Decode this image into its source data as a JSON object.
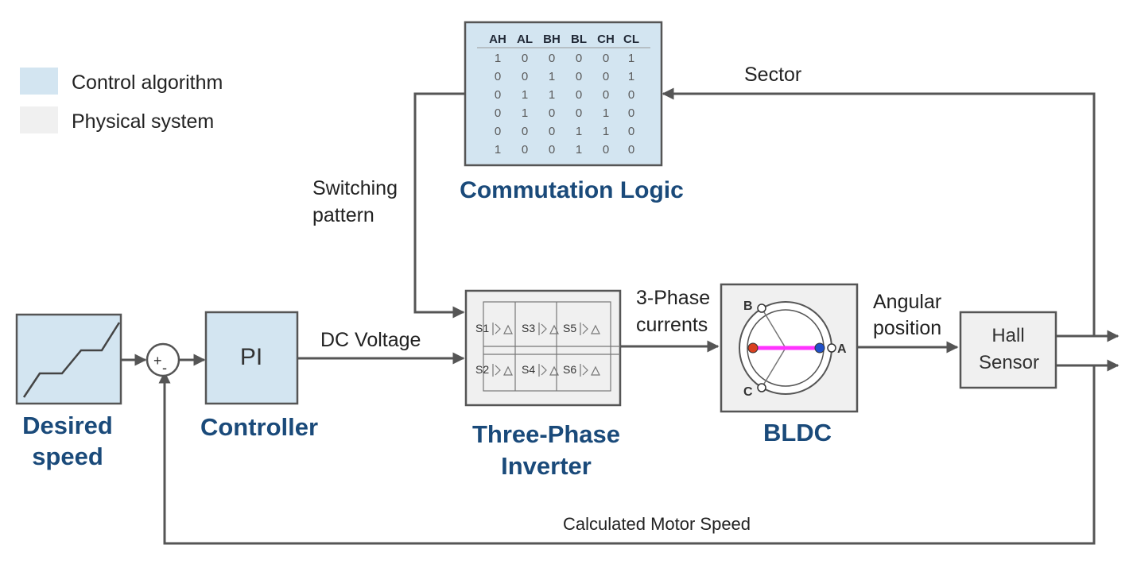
{
  "legend": {
    "items": [
      {
        "label": "Control algorithm",
        "color": "#d3e5f1"
      },
      {
        "label": "Physical system",
        "color": "#f0f0f0"
      }
    ]
  },
  "colors": {
    "control_fill": "#d3e5f1",
    "physical_fill": "#f0f0f0",
    "title_color": "#1a4a7a",
    "wire_color": "#555555",
    "rotor_line": "#ff33ff",
    "rotor_left_dot": "#d94020",
    "rotor_right_dot": "#2050c8"
  },
  "blocks": {
    "desired_speed": {
      "title_line1": "Desired",
      "title_line2": "speed"
    },
    "sum": {
      "plus": "+",
      "minus": "-"
    },
    "controller": {
      "text": "PI",
      "title": "Controller"
    },
    "inverter": {
      "title_line1": "Three-Phase",
      "title_line2": "Inverter",
      "switches": [
        "S1",
        "S3",
        "S5",
        "S2",
        "S4",
        "S6"
      ]
    },
    "commutation": {
      "title": "Commutation Logic",
      "headers": [
        "AH",
        "AL",
        "BH",
        "BL",
        "CH",
        "CL"
      ],
      "rows": [
        [
          "1",
          "0",
          "0",
          "0",
          "0",
          "1"
        ],
        [
          "0",
          "0",
          "1",
          "0",
          "0",
          "1"
        ],
        [
          "0",
          "1",
          "1",
          "0",
          "0",
          "0"
        ],
        [
          "0",
          "1",
          "0",
          "0",
          "1",
          "0"
        ],
        [
          "0",
          "0",
          "0",
          "1",
          "1",
          "0"
        ],
        [
          "1",
          "0",
          "0",
          "1",
          "0",
          "0"
        ]
      ]
    },
    "bldc": {
      "title": "BLDC",
      "phase_a": "A",
      "phase_b": "B",
      "phase_c": "C"
    },
    "hall": {
      "line1": "Hall",
      "line2": "Sensor"
    }
  },
  "signals": {
    "dc_voltage": "DC Voltage",
    "switching_line1": "Switching",
    "switching_line2": "pattern",
    "three_phase_line1": "3-Phase",
    "three_phase_line2": "currents",
    "angular_line1": "Angular",
    "angular_line2": "position",
    "sector": "Sector",
    "calc_speed": "Calculated Motor Speed"
  }
}
